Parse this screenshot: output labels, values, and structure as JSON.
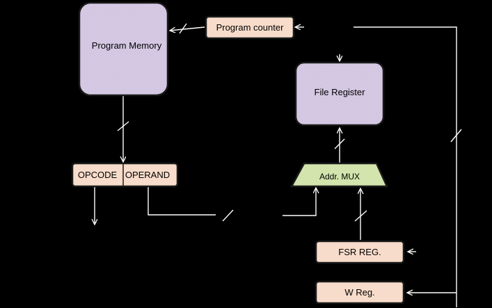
{
  "colors": {
    "background": "#000000",
    "wire": "#ffffff",
    "memory_fill": "#d8cce6",
    "register_fill": "#f8dccb",
    "mux_fill": "#d7e8b2",
    "box_border": "#1a1a1a"
  },
  "blocks": {
    "program_memory": "Program Memory",
    "program_counter": "Program counter",
    "file_register": "File Register",
    "opcode": "OPCODE",
    "operand": "OPERAND",
    "addr_mux": "Addr. MUX",
    "fsr_reg": "FSR REG.",
    "w_reg": "W Reg."
  }
}
